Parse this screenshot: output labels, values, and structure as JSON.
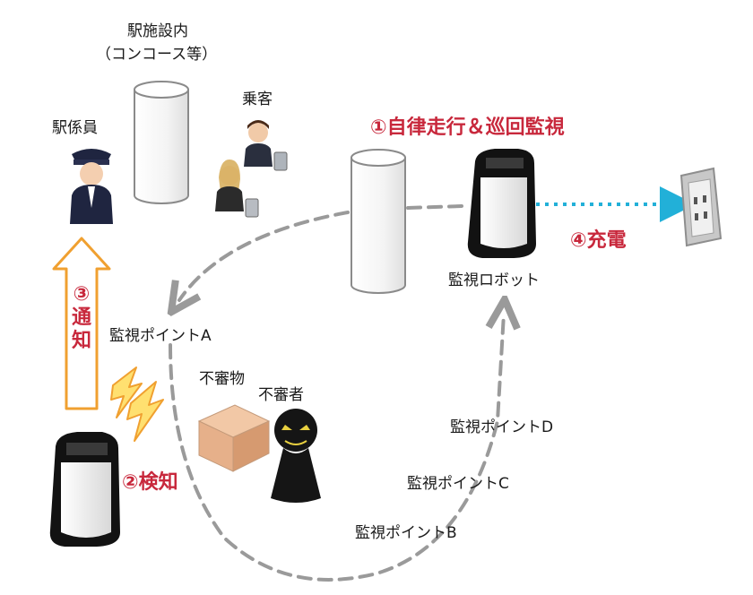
{
  "labels": {
    "facility": "駅施設内",
    "facility_sub": "（コンコース等）",
    "passengers": "乗客",
    "staff": "駅係員",
    "robot": "監視ロボット",
    "point_a": "監視ポイントA",
    "point_b": "監視ポイントB",
    "point_c": "監視ポイントC",
    "point_d": "監視ポイントD",
    "object": "不審物",
    "person": "不審者"
  },
  "steps": {
    "s1": "①自律走行＆巡回監視",
    "s2": "②検知",
    "s3_num": "③",
    "s3_c1": "通",
    "s3_c2": "知",
    "s4": "④充電"
  },
  "colors": {
    "accent_red": "#c8283c",
    "arrow_orange": "#f0a030",
    "dotted_cyan": "#22b0d8",
    "dashed_gray": "#9a9a9a"
  },
  "icons": [
    "station-pillar-icon",
    "robot-icon",
    "station-staff-icon",
    "passenger-icon",
    "power-outlet-icon",
    "suspicious-box-icon",
    "suspicious-person-icon",
    "lightning-icon"
  ]
}
